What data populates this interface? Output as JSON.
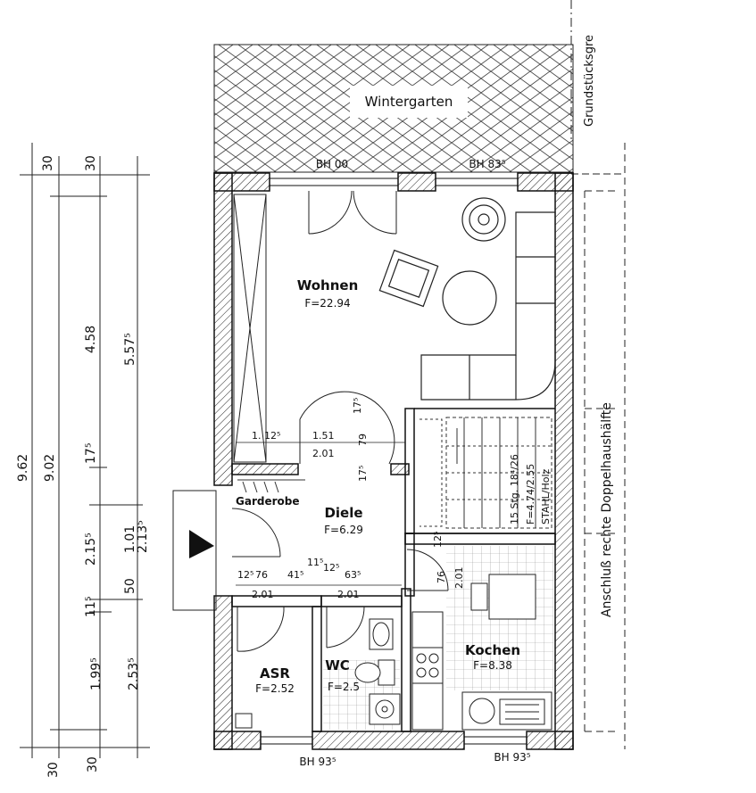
{
  "rooms": {
    "wintergarten": {
      "name": "Wintergarten"
    },
    "wohnen": {
      "name": "Wohnen",
      "area": "F=22.94"
    },
    "diele": {
      "name": "Diele",
      "area": "F=6.29"
    },
    "garderobe": {
      "name": "Garderobe"
    },
    "asr": {
      "name": "ASR",
      "area": "F=2.52"
    },
    "wc": {
      "name": "WC",
      "area": "F=2.5"
    },
    "kochen": {
      "name": "Kochen",
      "area": "F=8.38"
    }
  },
  "labels": {
    "grundstuck": "Grundstücksgre",
    "anschluss": "Anschluß rechte Doppelhaushälfte",
    "bh_top_left": "BH 00",
    "bh_top_right": "BH 83⁵",
    "bh_bottom_left": "BH 93⁵",
    "bh_bottom_right": "BH 93⁵",
    "stair_1": "15 Stg. 18⁴/26",
    "stair_2": "F=4.74/2.55",
    "stair_3": "STAHL/Holz"
  },
  "dims_inner": {
    "d1": "1. 12⁵",
    "d2": "1.51",
    "d3": "2.01",
    "d4": "17⁵",
    "d5": "79",
    "d6": "17⁵",
    "d7": "12⁵",
    "d8": "76",
    "d9": "41⁵",
    "d10": "11⁵",
    "d11": "12⁵",
    "d12": "63⁵",
    "d13": "2.01",
    "d14": "2.01",
    "d15": "12⁵",
    "d16": "76",
    "d17": "2.01"
  },
  "dims_left": {
    "top30a": "30",
    "top30b": "30",
    "v962": "9.62",
    "v902": "9.02",
    "v458": "4.58",
    "v557": "5.57⁵",
    "v175": "17⁵",
    "v215": "2.15⁵",
    "v101": "1.01",
    "v213": "2.13⁵",
    "v50": "50",
    "v115": "11⁵",
    "v199": "1.99⁵",
    "v253": "2.53⁵",
    "bot30a": "30",
    "bot30b": "30"
  }
}
